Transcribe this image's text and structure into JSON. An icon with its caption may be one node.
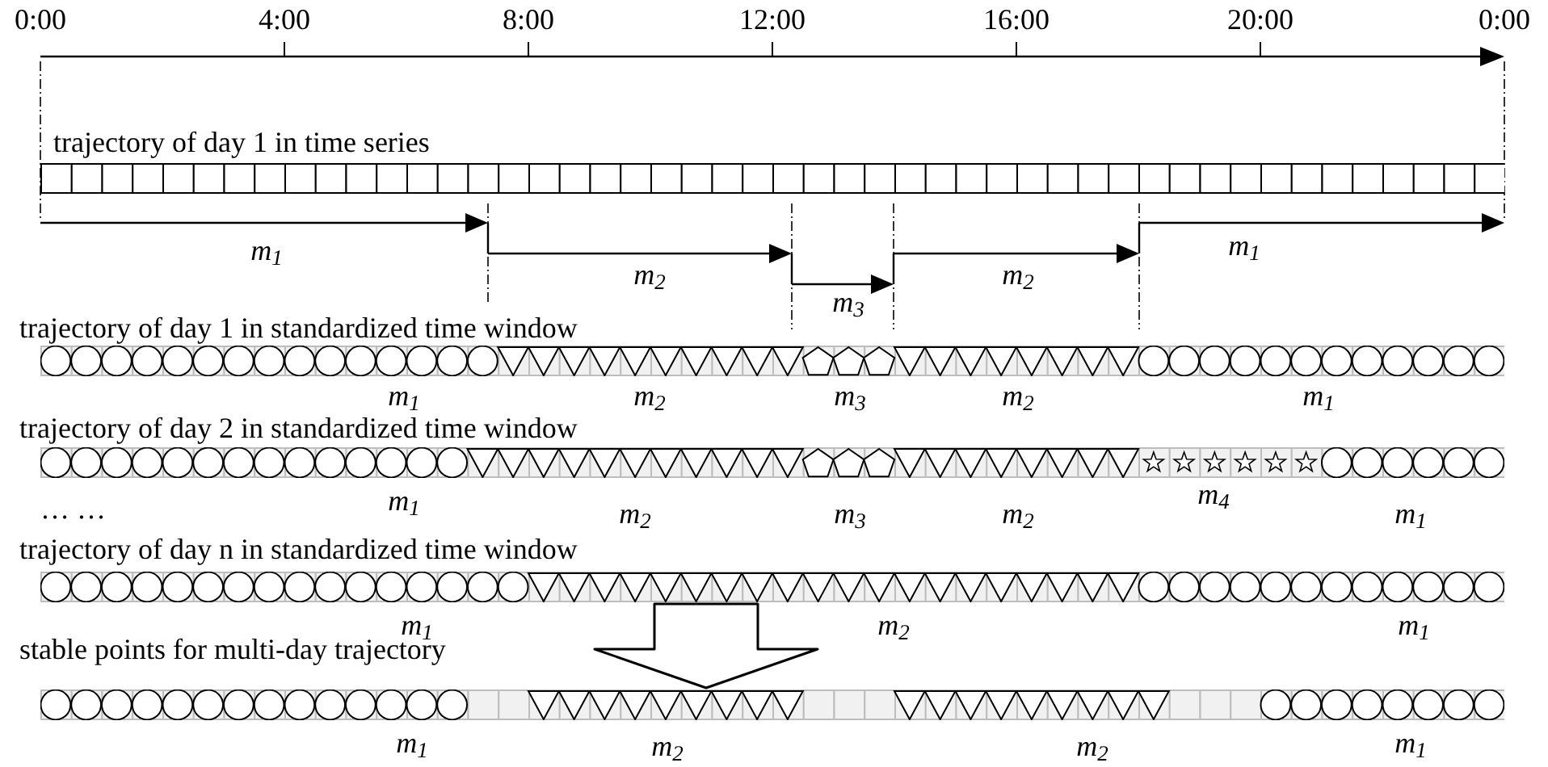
{
  "diagram": {
    "nodes": [
      {
        "text": [
          "trajectory of day 1 in time series"
        ]
      },
      {
        "text": [
          "trajectory of day 1 in standardized time window"
        ],
        "beside": [
          "m$_{1}$",
          "m$_{2}$",
          "m$_{3}$",
          "m$_{2}$",
          "m$_{1}$"
        ]
      },
      {
        "text": [
          "trajectory of day 2 in standardized time window"
        ],
        "beside": [
          "m$_{1}$",
          "m$_{2}$",
          "m$_{3}$",
          "m$_{2}$",
          "m$_{4}$",
          "m$_{1}$"
        ]
      },
      {
        "text": [
          "trajectory of day n in standardized time window"
        ],
        "beside": [
          "m$_{1}$",
          "m$_{2}$",
          "m$_{1}$"
        ]
      },
      {
        "text": [
          "stable points for multi-day trajectory"
        ],
        "beside": [
          "m$_{1}$",
          "m$_{2}$",
          "m$_{2}$",
          "m$_{1}$"
        ]
      }
    ],
    "edges": [
      {
        "from": 3,
        "to": 4,
        "arrow": "to"
      }
    ],
    "labels": [
      "0:00",
      "4:00",
      "8:00",
      "12:00",
      "16:00",
      "20:00",
      "0:00",
      "m$_{1}$",
      "m$_{2}$",
      "m$_{3}$",
      "m$_{2}$",
      "m$_{1}$",
      "… …"
    ]
  }
}
